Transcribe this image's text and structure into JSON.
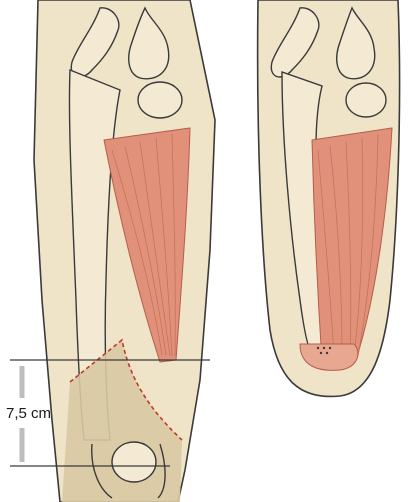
{
  "figure": {
    "measurement_label": "7,5 cm",
    "colors": {
      "skin": "#efe3c8",
      "bone_line": "#3a3a3a",
      "muscle": "#e1917a",
      "muscle_fiber": "#c7705b",
      "resected_zone": "#d8c9a3",
      "cut_line": "#c0392b",
      "scale_bar": "#bdbdbd"
    },
    "panels": [
      {
        "name": "left",
        "description_icon": "thigh-before-amputation-icon"
      },
      {
        "name": "right",
        "description_icon": "amputation-stump-icon"
      }
    ]
  }
}
